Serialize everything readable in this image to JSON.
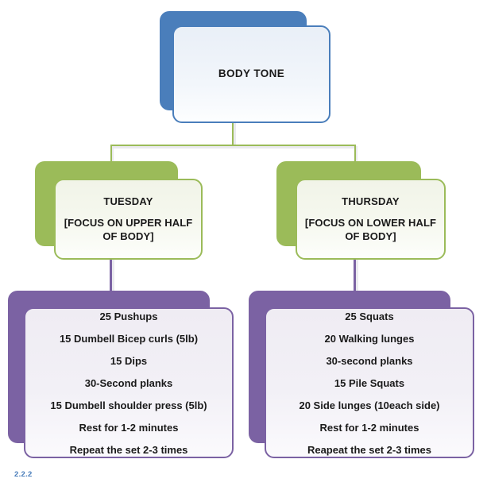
{
  "diagram": {
    "figure_label": "2.2.2",
    "colors": {
      "root": "#4A7EBB",
      "level2": "#9BBB59",
      "level3": "#7B62A3",
      "text": "#1A1A1A",
      "label": "#4A7EBB"
    },
    "root": {
      "title": "BODY TONE"
    },
    "branches": [
      {
        "day": "TUESDAY",
        "focus": "[FOCUS ON UPPER HALF OF BODY]",
        "exercises": [
          "25 Pushups",
          "15 Dumbell Bicep curls (5lb)",
          "15 Dips",
          "30-Second planks",
          "15 Dumbell shoulder press (5lb)",
          "Rest for 1-2 minutes",
          "Repeat the set 2-3 times"
        ]
      },
      {
        "day": "THURSDAY",
        "focus": "[FOCUS ON LOWER HALF OF BODY]",
        "exercises": [
          "25 Squats",
          "20 Walking lunges",
          "30-second planks",
          "15 Pile Squats",
          "20 Side lunges (10each side)",
          "Rest for 1-2 minutes",
          "Reapeat the set 2-3 times"
        ]
      }
    ]
  }
}
